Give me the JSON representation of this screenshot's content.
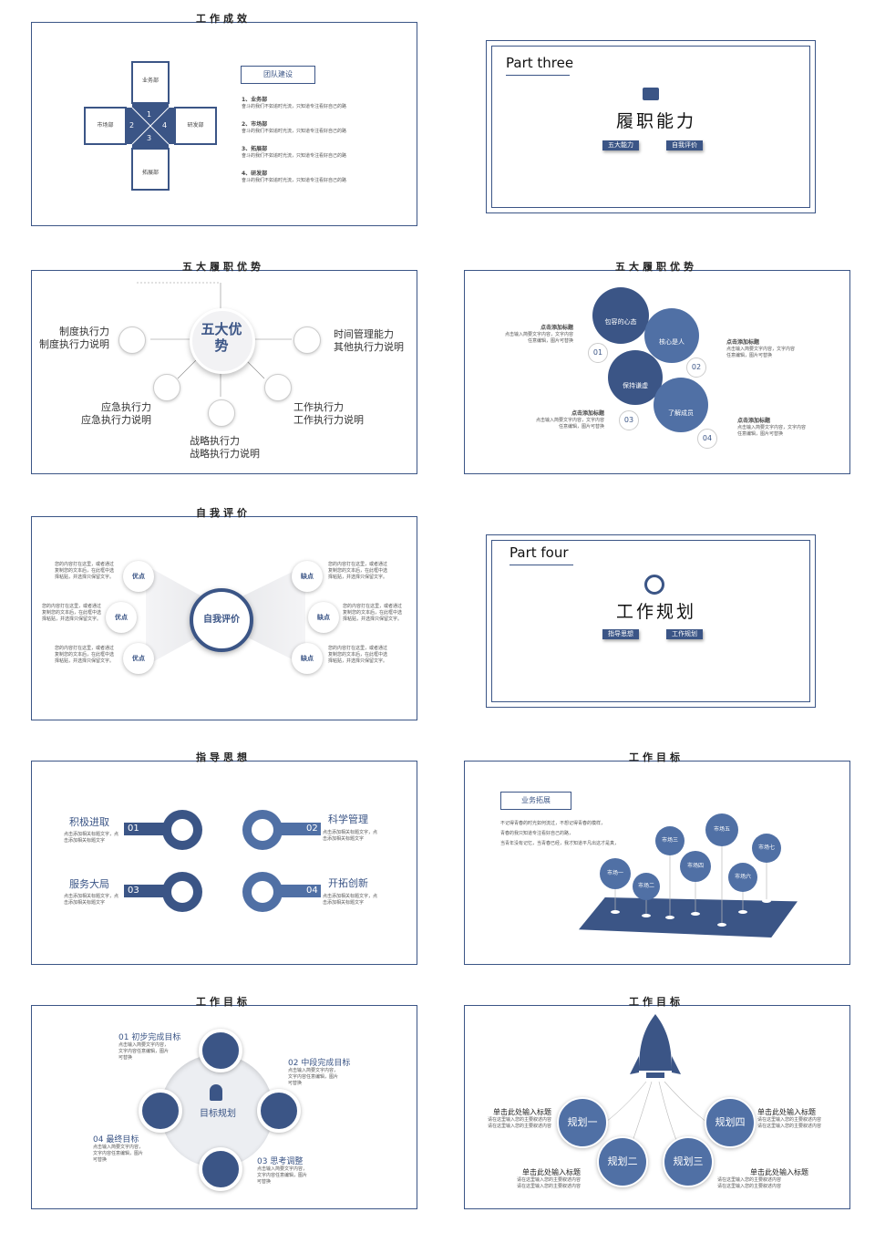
{
  "slide1": {
    "title": "工作成效",
    "tag": "团队建设",
    "boxes": [
      "业务部",
      "市场部",
      "研发部",
      "拓展部"
    ],
    "nums": [
      "1",
      "2",
      "3",
      "4"
    ],
    "list": [
      {
        "title": "1、业务部",
        "desc": "奋斗的我们不如追时光流，只知道专注看好自己的路"
      },
      {
        "title": "2、市场部",
        "desc": "奋斗的我们不如追时光流，只知道专注看好自己的路"
      },
      {
        "title": "3、拓展部",
        "desc": "奋斗的我们不如追时光流，只知道专注看好自己的路"
      },
      {
        "title": "4、研发部",
        "desc": "奋斗的我们不如追时光流，只知道专注看好自己的路"
      }
    ]
  },
  "slide2": {
    "part": "Part three",
    "heading": "履职能力",
    "buttons": [
      "五大能力",
      "自我评价"
    ]
  },
  "slide3": {
    "title": "五大履职优势",
    "center": "五大优势",
    "items": [
      {
        "l1": "制度执行力",
        "l2": "制度执行力说明"
      },
      {
        "l1": "时间管理能力",
        "l2": "其他执行力说明"
      },
      {
        "l1": "应急执行力",
        "l2": "应急执行力说明"
      },
      {
        "l1": "工作执行力",
        "l2": "工作执行力说明"
      },
      {
        "l1": "战略执行力",
        "l2": "战略执行力说明"
      }
    ]
  },
  "slide4": {
    "title": "五大履职优势",
    "bubbles": [
      "包容的心态",
      "核心是人",
      "保持谦虚",
      "了解成员"
    ],
    "nums": [
      "01",
      "02",
      "03",
      "04"
    ],
    "texts": [
      {
        "title": "点击添加标题",
        "desc": "点击输入简要文字内容，文字内容\n任意编辑，图片可替换"
      },
      {
        "title": "点击添加标题",
        "desc": "点击输入简要文字内容，文字内容\n任意编辑，图片可替换"
      },
      {
        "title": "点击添加标题",
        "desc": "点击输入简要文字内容，文字内容\n任意编辑，图片可替换"
      },
      {
        "title": "点击添加标题",
        "desc": "点击输入简要文字内容，文字内容\n任意编辑，图片可替换"
      }
    ]
  },
  "slide5": {
    "title": "自我评价",
    "center": "自我评价",
    "left": [
      "优点",
      "优点",
      "优点"
    ],
    "right": [
      "缺点",
      "缺点",
      "缺点"
    ],
    "desc": "您的内容打在这里，或者通过\n复制您的文本后，在此框中选\n择粘贴，并选择只保留文字。"
  },
  "slide6": {
    "part": "Part four",
    "heading": "工作规划",
    "buttons": [
      "指导思想",
      "工作规划"
    ]
  },
  "slide7": {
    "title": "指导思想",
    "items": [
      {
        "num": "01",
        "title": "积极进取",
        "desc": "点击添加相关标题文字，点\n击添加相关标题文字"
      },
      {
        "num": "02",
        "title": "科学管理",
        "desc": "点击添加相关标题文字，点\n击添加相关标题文字"
      },
      {
        "num": "03",
        "title": "服务大局",
        "desc": "点击添加相关标题文字，点\n击添加相关标题文字"
      },
      {
        "num": "04",
        "title": "开拓创新",
        "desc": "点击添加相关标题文字，点\n击添加相关标题文字"
      }
    ]
  },
  "slide8": {
    "title": "工作目标",
    "tag": "业务拓展",
    "lines": [
      "不记得青春的时光如何流过，不想记得青春的模样，",
      "青春的我只知道专注看好自己的路，",
      "当青年没有记忆，当青春已经，我才知道平凡出这才是真，"
    ],
    "markets": [
      "市场一",
      "市场二",
      "市场三",
      "市场四",
      "市场五",
      "市场六",
      "市场七"
    ]
  },
  "slide9": {
    "title": "工作目标",
    "center": "目标规划",
    "items": [
      {
        "title": "01 初步完成目标",
        "desc": "点击输入简要文字内容，\n文字内容任意编辑，图片\n可替换"
      },
      {
        "title": "02 中段完成目标",
        "desc": "点击输入简要文字内容，\n文字内容任意编辑，图片\n可替换"
      },
      {
        "title": "03 思考调整",
        "desc": "点击输入简要文字内容，\n文字内容任意编辑，图片\n可替换"
      },
      {
        "title": "04 最终目标",
        "desc": "点击输入简要文字内容，\n文字内容任意编辑，图片\n可替换"
      }
    ]
  },
  "slide10": {
    "title": "工作目标",
    "plans": [
      "规划一",
      "规划二",
      "规划三",
      "规划四"
    ],
    "texts": [
      {
        "title": "单击此处输入标题",
        "desc": "请在这里输入您的主要叙述内容\n请在这里输入您的主要叙述内容"
      },
      {
        "title": "单击此处输入标题",
        "desc": "请在这里输入您的主要叙述内容\n请在这里输入您的主要叙述内容"
      },
      {
        "title": "单击此处输入标题",
        "desc": "请在这里输入您的主要叙述内容\n请在这里输入您的主要叙述内容"
      },
      {
        "title": "单击此处输入标题",
        "desc": "请在这里输入您的主要叙述内容\n请在这里输入您的主要叙述内容"
      }
    ]
  }
}
